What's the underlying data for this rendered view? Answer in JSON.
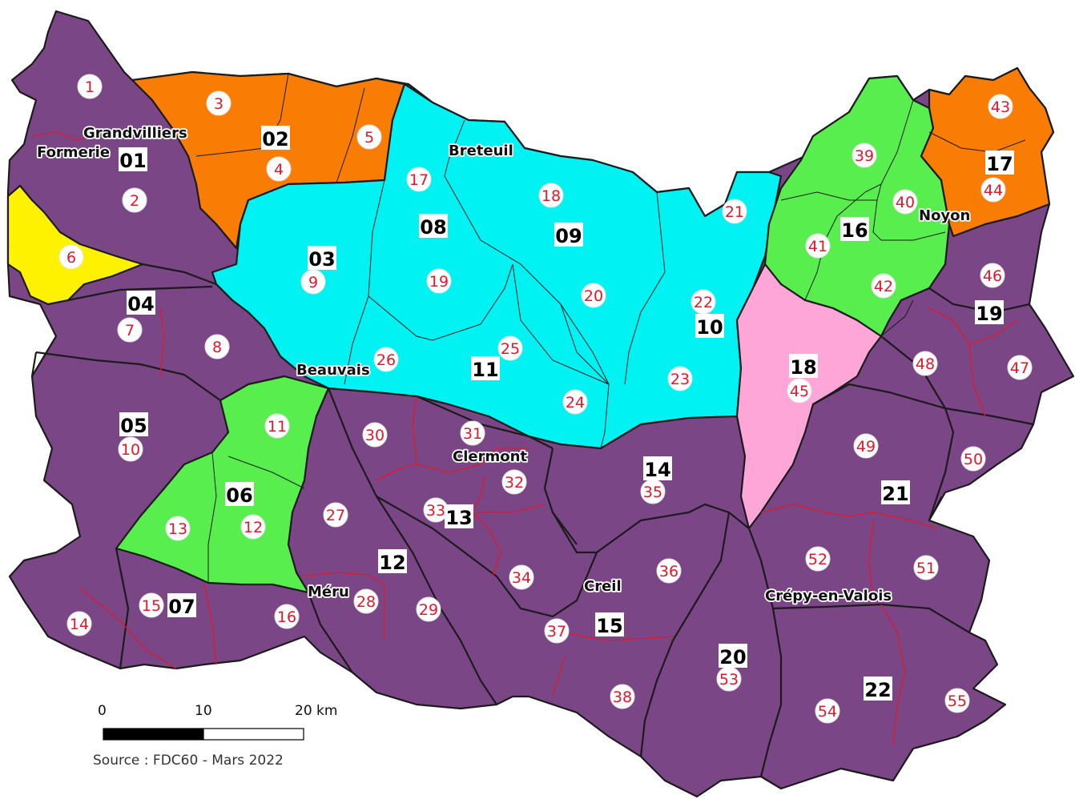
{
  "colors": {
    "purple": "#7a4686",
    "orange": "#f97c05",
    "cyan": "#00f2f2",
    "green": "#58ee4e",
    "yellow": "#fff200",
    "pink": "#ffa6d8",
    "section_red": "#e0182b"
  },
  "zones": [
    {
      "id": "01",
      "label": "01",
      "color": "purple"
    },
    {
      "id": "02",
      "label": "02",
      "color": "orange"
    },
    {
      "id": "03",
      "label": "03",
      "color": "cyan"
    },
    {
      "id": "04",
      "label": "04",
      "color": "purple"
    },
    {
      "id": "05",
      "label": "05",
      "color": "purple"
    },
    {
      "id": "06",
      "label": "06",
      "color": "green"
    },
    {
      "id": "07",
      "label": "07",
      "color": "purple"
    },
    {
      "id": "08",
      "label": "08",
      "color": "cyan"
    },
    {
      "id": "09",
      "label": "09",
      "color": "cyan"
    },
    {
      "id": "10",
      "label": "10",
      "color": "cyan"
    },
    {
      "id": "11",
      "label": "11",
      "color": "cyan"
    },
    {
      "id": "12",
      "label": "12",
      "color": "purple"
    },
    {
      "id": "13",
      "label": "13",
      "color": "purple"
    },
    {
      "id": "14",
      "label": "14",
      "color": "purple"
    },
    {
      "id": "15",
      "label": "15",
      "color": "purple"
    },
    {
      "id": "16",
      "label": "16",
      "color": "green"
    },
    {
      "id": "17",
      "label": "17",
      "color": "orange"
    },
    {
      "id": "18",
      "label": "18",
      "color": "pink"
    },
    {
      "id": "19",
      "label": "19",
      "color": "purple"
    },
    {
      "id": "20",
      "label": "20",
      "color": "purple"
    },
    {
      "id": "21",
      "label": "21",
      "color": "purple"
    },
    {
      "id": "22",
      "label": "22",
      "color": "purple"
    }
  ],
  "sections": [
    "1",
    "2",
    "3",
    "4",
    "5",
    "6",
    "7",
    "8",
    "9",
    "10",
    "11",
    "12",
    "13",
    "14",
    "15",
    "16",
    "17",
    "18",
    "19",
    "20",
    "21",
    "22",
    "23",
    "24",
    "25",
    "26",
    "27",
    "28",
    "29",
    "30",
    "31",
    "32",
    "33",
    "34",
    "35",
    "36",
    "37",
    "38",
    "39",
    "40",
    "41",
    "42",
    "43",
    "44",
    "45",
    "46",
    "47",
    "48",
    "49",
    "50",
    "51",
    "52",
    "53",
    "54",
    "55"
  ],
  "towns": [
    "Grandvilliers",
    "Formerie",
    "Breteuil",
    "Noyon",
    "Beauvais",
    "Clermont",
    "Creil",
    "Méru",
    "Crépy-en-Valois"
  ],
  "scale_bar": {
    "ticks": [
      "0",
      "10",
      "20 km"
    ]
  },
  "source": "Source : FDC60 - Mars 2022"
}
